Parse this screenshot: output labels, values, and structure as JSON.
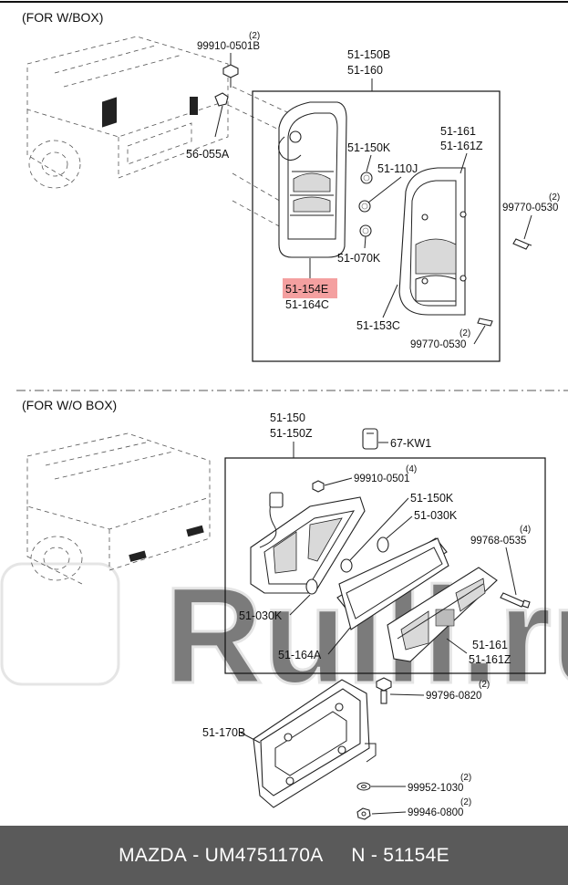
{
  "sections": [
    {
      "caption": "(FOR W/BOX)"
    },
    {
      "caption": "(FOR W/O BOX)"
    }
  ],
  "labels": {
    "box1": {
      "l_99910_05018": "99910-0501B",
      "q_99910_05018": "(2)",
      "l_51150b": "51-150B",
      "l_51160": "51-160",
      "l_56055a": "56-055A",
      "l_51150k": "51-150K",
      "l_51161": "51-161",
      "l_51161z": "51-161Z",
      "l_51110j": "51-110J",
      "l_99770_0530a": "99770-0530",
      "q_99770_0530a": "(2)",
      "l_51070k": "51-070K",
      "l_51154e": "51-154E",
      "l_51164c": "51-164C",
      "l_51153c": "51-153C",
      "l_99770_0530b": "99770-0530",
      "q_99770_0530b": "(2)"
    },
    "box2": {
      "l_51150": "51-150",
      "l_51150z": "51-150Z",
      "l_67kw1": "67-KW1",
      "l_99910_0501": "99910-0501",
      "q_99910_0501": "(4)",
      "l_51150k": "51-150K",
      "l_51030k_a": "51-030K",
      "l_99768_0535": "99768-0535",
      "q_99768_0535": "(4)",
      "l_51030k_b": "51-030K",
      "l_51164a": "51-164A",
      "l_51161": "51-161",
      "l_51161z": "51-161Z",
      "l_99796_0820": "99796-0820",
      "q_99796_0820": "(2)",
      "l_51170b": "51-170B",
      "l_99952_1030": "99952-1030",
      "q_99952_1030": "(2)",
      "l_99946_0800": "99946-0800",
      "q_99946_0800": "(2)"
    }
  },
  "highlight": {
    "part": "51-154E",
    "color": "#f4a0a0"
  },
  "watermark": {
    "text": "Rulli.ru"
  },
  "footer": {
    "brand": "MAZDA",
    "separator": " - ",
    "part_number": "UM4751170A",
    "gap": "     ",
    "n_prefix": "N",
    "n_value": "51154E"
  },
  "colors": {
    "footer_bg": "#5a5a5a",
    "footer_text": "#ffffff",
    "highlight": "#f4a0a0"
  }
}
